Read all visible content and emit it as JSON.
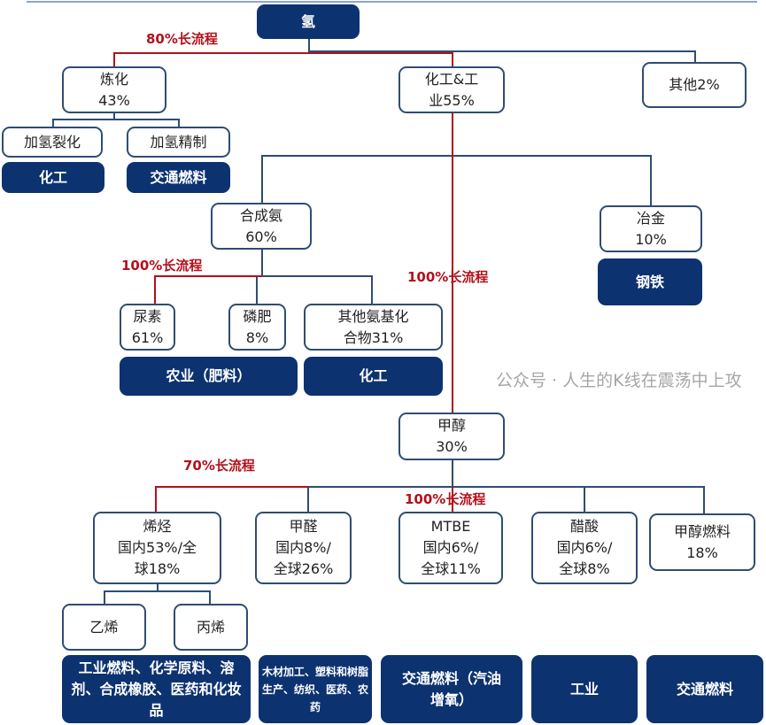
{
  "root": "氢",
  "labels": {
    "l80": "80%长流程",
    "l100a": "100%长流程",
    "l100b": "100%长流程",
    "l70": "70%长流程",
    "l100c": "100%长流程"
  },
  "level1": {
    "refining": "炼化\n43%",
    "chem": "化工&工\n业55%",
    "other": "其他2%"
  },
  "refining_children": {
    "hydrocracking": "加氢裂化",
    "hydrotreating": "加氢精制",
    "use1": "化工",
    "use2": "交通燃料"
  },
  "chem_children": {
    "ammonia": "合成氨\n60%",
    "metallurgy": "冶金\n10%",
    "steel": "钢铁"
  },
  "ammonia_children": {
    "urea": "尿素\n61%",
    "phosphate": "磷肥\n8%",
    "other_amino": "其他氨基化\n合物31%",
    "agri": "农业（肥料）",
    "chem": "化工"
  },
  "methanol": "甲醇\n30%",
  "methanol_children": {
    "olefins": "烯烃\n国内53%/全\n球18%",
    "formaldehyde": "甲醛\n国内8%/\n全球26%",
    "mtbe": "MTBE\n国内6%/\n全球11%",
    "acetic": "醋酸\n国内6%/\n全球8%",
    "fuel": "甲醇燃料\n18%"
  },
  "olefin_children": {
    "ethylene": "乙烯",
    "propylene": "丙烯"
  },
  "end_uses": {
    "olefins": "工业燃料、化学原料、溶剂、合成橡胶、医药和化妆品",
    "formaldehyde": "木材加工、塑料和树脂生产、纺织、医药、农药",
    "mtbe": "交通燃料（汽油增氧）",
    "acetic": "工业",
    "fuel": "交通燃料"
  },
  "watermark": "公众号 · 人生的K线在震荡中上攻",
  "colors": {
    "dark_box": "#0d3270",
    "long_process": "#b3101b",
    "connector": "#2e4d72"
  }
}
